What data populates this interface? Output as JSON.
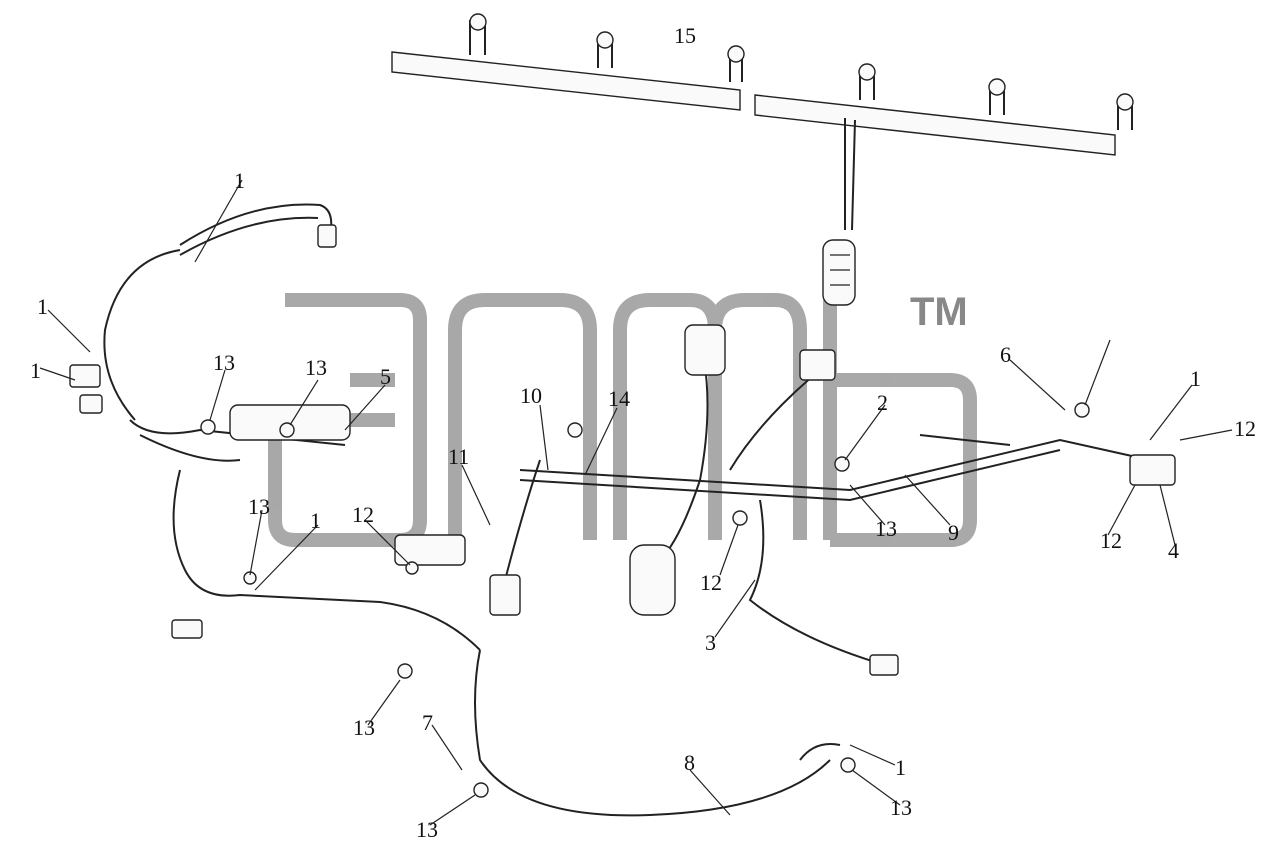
{
  "watermark": {
    "mark": "TM"
  },
  "colors": {
    "ink": "#222222",
    "watermark": "#9a9a9a"
  },
  "callouts": {
    "c15": "15",
    "c1_a": "1",
    "c1_b": "1",
    "c1_c": "1",
    "c1_d": "1",
    "c1_e": "1",
    "c1_f": "1",
    "c13_a": "13",
    "c13_b": "13",
    "c13_c": "13",
    "c13_d": "13",
    "c13_e": "13",
    "c13_f": "13",
    "c13_g": "13",
    "c5": "5",
    "c10": "10",
    "c14": "14",
    "c11": "11",
    "c12_a": "12",
    "c12_b": "12",
    "c12_c": "12",
    "c12_d": "12",
    "c2": "2",
    "c6": "6",
    "c9": "9",
    "c4": "4",
    "c3": "3",
    "c7": "7",
    "c8": "8"
  }
}
